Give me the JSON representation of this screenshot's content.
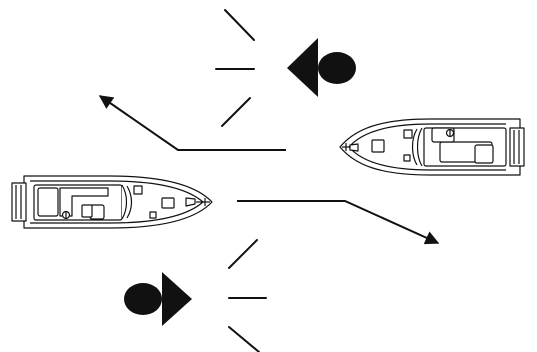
{
  "diagram": {
    "kind": "boat-navigation-crossing-diagram",
    "colors": {
      "ink": "#111111",
      "hull_fill": "#ffffff",
      "background": "#ffffff"
    },
    "vessels": [
      {
        "id": "vessel-left",
        "heading": "east",
        "icon": "motorboat-icon"
      },
      {
        "id": "vessel-right",
        "heading": "west",
        "icon": "motorboat-icon"
      }
    ],
    "paths": [
      {
        "id": "path-upper",
        "turn": "starboard",
        "icon": "arrow-icon"
      },
      {
        "id": "path-lower",
        "turn": "starboard",
        "icon": "arrow-icon"
      }
    ],
    "signals": [
      {
        "id": "signal-upper",
        "icon": "horn-sound-icon",
        "sound_lines": 3
      },
      {
        "id": "signal-lower",
        "icon": "horn-sound-icon",
        "sound_lines": 3
      }
    ]
  }
}
